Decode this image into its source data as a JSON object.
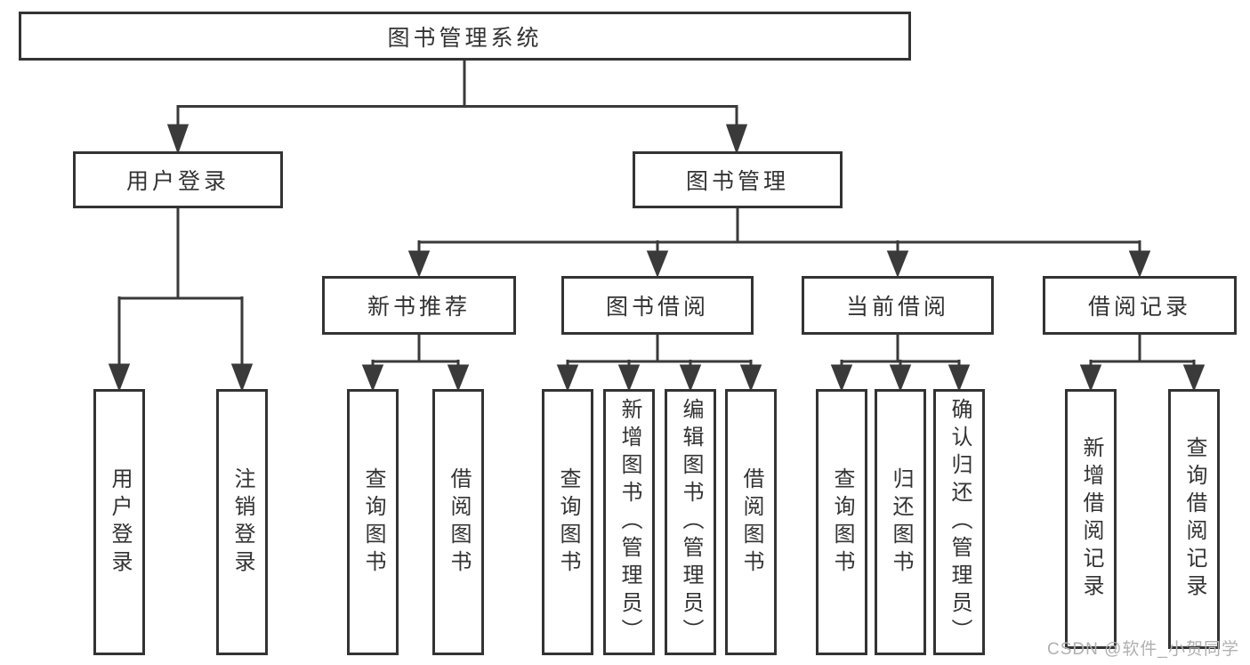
{
  "colors": {
    "line": "#3a3a3a",
    "box_border": "#333333",
    "text": "#333333",
    "background": "#ffffff",
    "watermark": "#b0b0b0"
  },
  "watermark": {
    "text": "CSDN @软件_小贺同学"
  },
  "diagram": {
    "type": "hierarchy-tree",
    "root": {
      "label": "图书管理系统",
      "children": [
        {
          "label": "用户登录",
          "children": [
            {
              "label": "用户登录"
            },
            {
              "label": "注销登录"
            }
          ]
        },
        {
          "label": "图书管理",
          "children": [
            {
              "label": "新书推荐",
              "children": [
                {
                  "label": "查询图书"
                },
                {
                  "label": "借阅图书"
                }
              ]
            },
            {
              "label": "图书借阅",
              "children": [
                {
                  "label": "查询图书"
                },
                {
                  "label": "新增图书（管理员）"
                },
                {
                  "label": "编辑图书（管理员）"
                },
                {
                  "label": "借阅图书"
                }
              ]
            },
            {
              "label": "当前借阅",
              "children": [
                {
                  "label": "查询图书"
                },
                {
                  "label": "归还图书"
                },
                {
                  "label": "确认归还（管理员）"
                }
              ]
            },
            {
              "label": "借阅记录",
              "children": [
                {
                  "label": "新增借阅记录"
                },
                {
                  "label": "查询借阅记录"
                }
              ]
            }
          ]
        }
      ]
    }
  }
}
